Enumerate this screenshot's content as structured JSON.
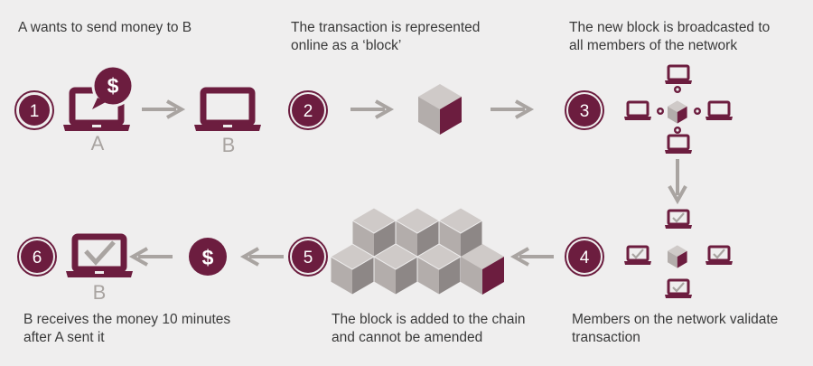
{
  "colors": {
    "accent": "#6c1d3f",
    "arrow": "#a9a4a1",
    "cube_light": "#cfcac8",
    "cube_mid": "#b3adab",
    "cube_dark": "#8d8786",
    "background": "#efeeee",
    "text": "#3a3a3a"
  },
  "steps": [
    {
      "number": "1",
      "caption_lines": [
        "A wants to send money to B"
      ]
    },
    {
      "number": "2",
      "caption_lines": [
        "The transaction is represented",
        "online as a ‘block’"
      ]
    },
    {
      "number": "3",
      "caption_lines": [
        "The new block is broadcasted to",
        "all members of the network"
      ]
    },
    {
      "number": "4",
      "caption_lines": [
        "Members on the network validate",
        "transaction"
      ]
    },
    {
      "number": "5",
      "caption_lines": [
        "The block is added to the chain",
        "and cannot be amended"
      ]
    },
    {
      "number": "6",
      "caption_lines": [
        "B receives the money 10 minutes",
        "after A sent it"
      ]
    }
  ],
  "labels": {
    "sender": "A",
    "receiver": "B",
    "receiver_step6": "B",
    "dollar": "$"
  },
  "icons": [
    "laptop-icon",
    "dollar-bubble-icon",
    "arrow-right-icon",
    "arrow-left-icon",
    "arrow-down-icon",
    "cube-icon",
    "checkmark-icon",
    "dollar-coin-icon"
  ]
}
